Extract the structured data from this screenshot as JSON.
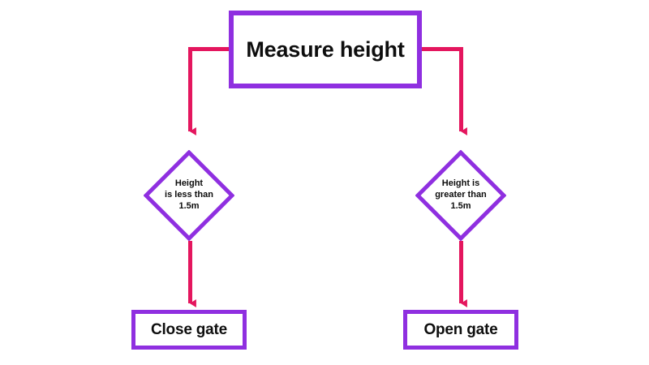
{
  "diagram": {
    "type": "flowchart",
    "title_text": "Measure height",
    "background_color": "#ffffff",
    "shape_border_color": "#8f2fe0",
    "connector_color": "#e4165e",
    "text_color": "#0e0e0e",
    "nodes": [
      {
        "id": "measure-height",
        "shape": "process",
        "label": "Measure height"
      },
      {
        "id": "decision-less",
        "shape": "decision",
        "label": "Height\nis less than\n1.5m"
      },
      {
        "id": "decision-greater",
        "shape": "decision",
        "label": "Height is\ngreater than\n1.5m"
      },
      {
        "id": "close-gate",
        "shape": "process",
        "label": "Close gate"
      },
      {
        "id": "open-gate",
        "shape": "process",
        "label": "Open gate"
      }
    ],
    "connectors": [
      {
        "id": "measure-to-less",
        "from": "measure-height",
        "to": "decision-less",
        "style": "elbow-left-down",
        "arrow": "down"
      },
      {
        "id": "measure-to-greater",
        "from": "measure-height",
        "to": "decision-greater",
        "style": "elbow-right-down",
        "arrow": "down"
      },
      {
        "id": "less-to-close",
        "from": "decision-less",
        "to": "close-gate",
        "style": "straight-down",
        "arrow": "down"
      },
      {
        "id": "greater-to-open",
        "from": "decision-greater",
        "to": "open-gate",
        "style": "straight-down",
        "arrow": "down"
      }
    ]
  }
}
